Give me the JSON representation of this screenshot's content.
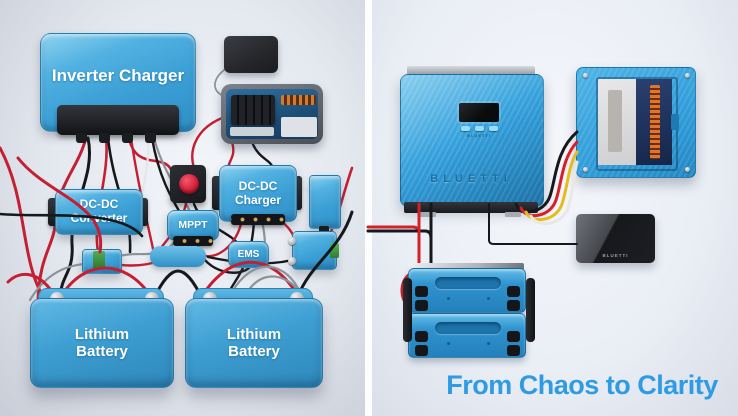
{
  "scene_left": {
    "inverter_charger_label": "Inverter Charger",
    "dcdc_converter_label": "DC-DC Converter",
    "dcdc_charger_label": "DC-DC Charger",
    "mppt_label": "MPPT",
    "ems_label": "EMS",
    "battery_left_label": "Lithium Battery",
    "battery_right_label": "Lithium Battery"
  },
  "scene_right": {
    "brand": "BLUETTI",
    "tagline": "From Chaos to Clarity"
  },
  "colors": {
    "device_blue": "#3a9ed4",
    "unit_blue": "#2f9cd9",
    "wire_red": "#c41f33",
    "wire_black": "#17181b",
    "wire_yellow": "#e3bd1d",
    "tagline_blue": "#2f9be4"
  }
}
